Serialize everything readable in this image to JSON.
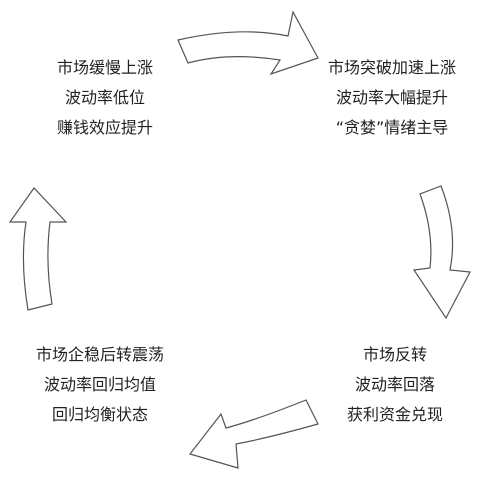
{
  "stages": {
    "top_left": {
      "lines": [
        "市场缓慢上涨",
        "波动率低位",
        "赚钱效应提升"
      ]
    },
    "top_right": {
      "lines": [
        "市场突破加速上涨",
        "波动率大幅提升",
        "“贪婪”情绪主导"
      ]
    },
    "bottom_right": {
      "lines": [
        "市场反转",
        "波动率回落",
        "获利资金兑现"
      ]
    },
    "bottom_left": {
      "lines": [
        "市场企稳后转震荡",
        "波动率回归均值",
        "回归均衡状态"
      ]
    }
  },
  "colors": {
    "text": "#222222",
    "arrow_stroke": "#555555",
    "arrow_fill": "#ffffff"
  }
}
